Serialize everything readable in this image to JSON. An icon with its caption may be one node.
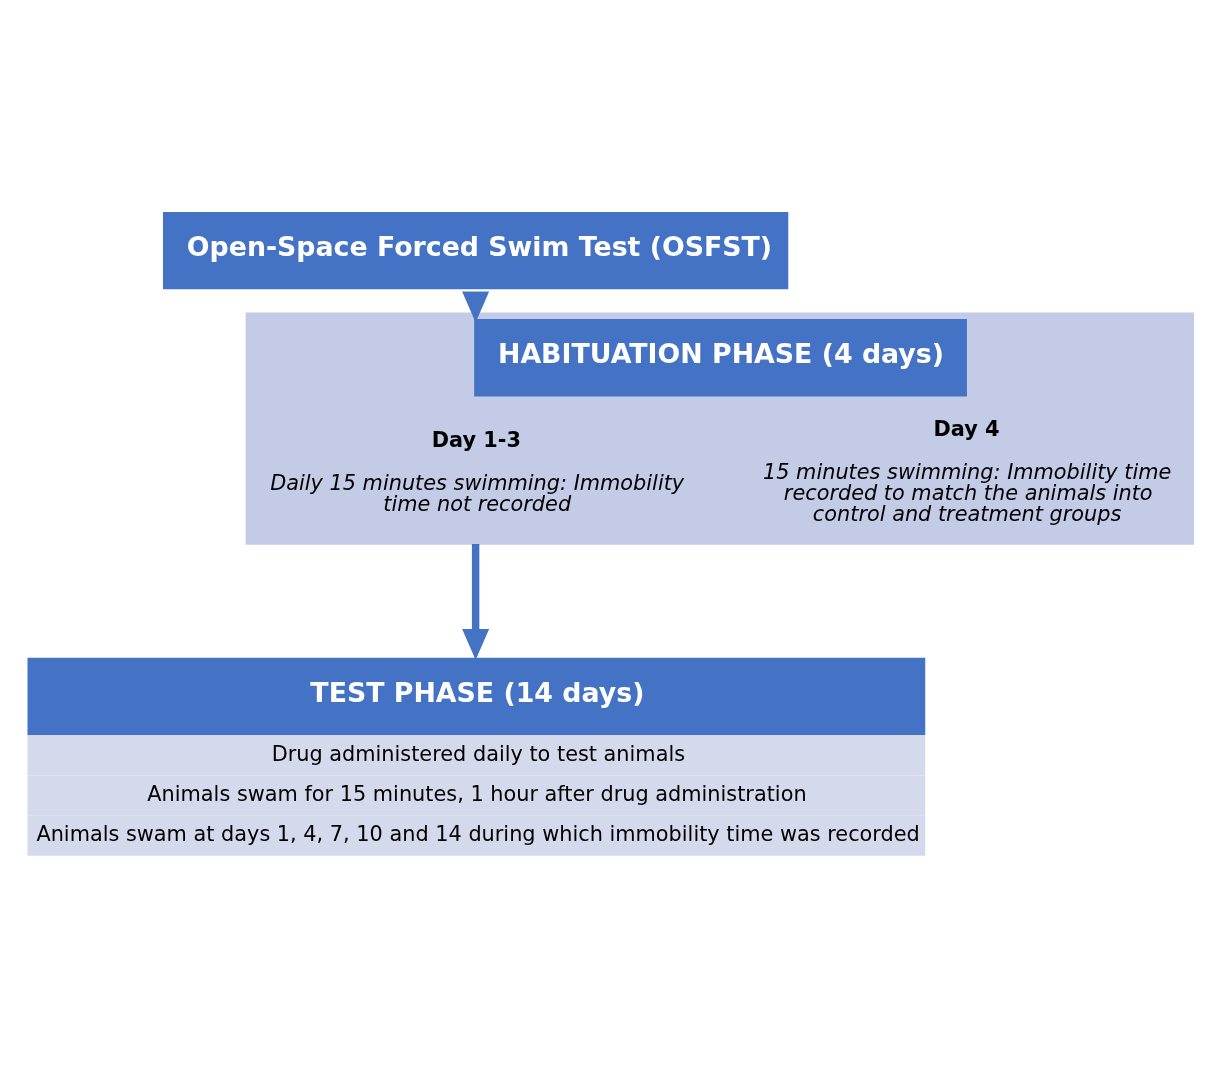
{
  "diagram": {
    "nodes": [
      {
        "text": [
          "Open-Space Forced Swim Test (OSFST)"
        ]
      },
      {
        "text": [
          "HABITUATION PHASE (4 days)"
        ]
      },
      {
        "text": [
          "Day 1-3",
          "Daily 15 minutes swimming: Immobility time not recorded"
        ],
        "in": 1
      },
      {
        "text": [
          "Day 4",
          "15 minutes swimming: Immobility time recorded to match the animals into control and treatment groups"
        ],
        "in": 1
      },
      {
        "text": [
          "TEST PHASE (14 days)",
          "Drug administered daily to test animals",
          "Animals swam for 15 minutes, 1 hour after drug administration",
          "Animals swam at days 1, 4, 7, 10 and 14 during which immobility time was recorded"
        ]
      }
    ],
    "edges": [
      {
        "from": 0,
        "to": 1,
        "arrow": "to"
      },
      {
        "from": 1,
        "to": 4,
        "arrow": "to"
      }
    ]
  }
}
